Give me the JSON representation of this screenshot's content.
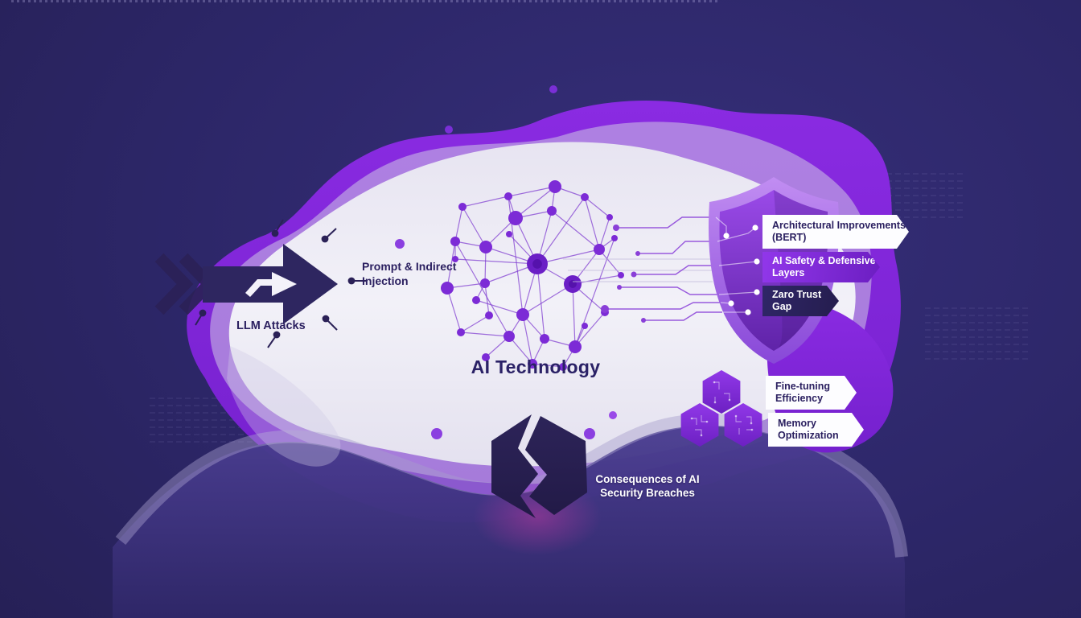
{
  "title": "AI Technology",
  "labels": {
    "llm_attacks": "LLM Attacks",
    "injection_line1": "Prompt & Indirect",
    "injection_line2": "Injection",
    "center_title": "AI Technology",
    "consequences_line1": "Consequences of AI",
    "consequences_line2": "Security Breaches"
  },
  "shield": {
    "banners": [
      {
        "line1": "Architectural Improvements",
        "line2": "(BERT)",
        "style": "white"
      },
      {
        "line1": "AI Safety & Defensive",
        "line2": "Layers",
        "style": "purple"
      },
      {
        "line1": "Zaro Trust",
        "line2": "Gap",
        "style": "dark"
      }
    ]
  },
  "modules": {
    "banners": [
      {
        "line1": "Fine-tuning",
        "line2": "Efficiency"
      },
      {
        "line1": "Memory",
        "line2": "Optimization"
      }
    ]
  },
  "icons": {
    "chevrons": "double-chevron-right-icon",
    "attack_arrow": "attack-arrow-icon",
    "network": "neural-network-icon",
    "shield": "security-shield-icon",
    "circuit_hexagons": "circuit-hexagons-icon",
    "broken_hexagon": "broken-hexagon-icon"
  },
  "colors": {
    "background_dark": "#2c2667",
    "accent_purple": "#8128dd",
    "light_blob": "#eceaf4",
    "banner_purple": "#7b22cf",
    "banner_dark": "#2b2157",
    "text_dark": "#2b2060",
    "text_light": "#ffffff",
    "glow_magenta": "#c23a9e"
  }
}
